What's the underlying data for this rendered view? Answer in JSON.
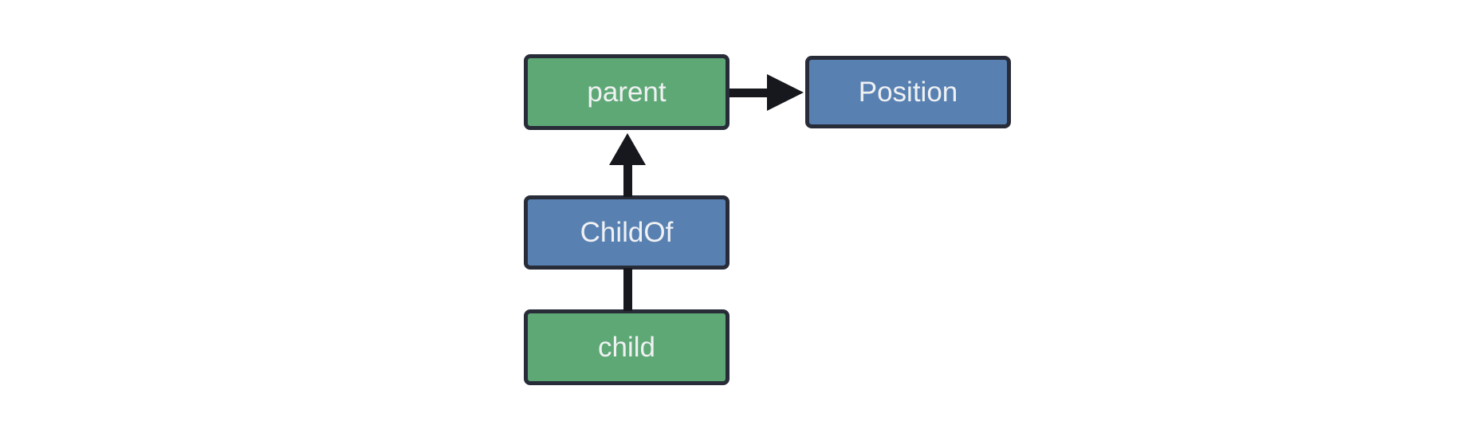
{
  "diagram": {
    "nodes": [
      {
        "id": "parent",
        "label": "parent",
        "fill": "#5ea876"
      },
      {
        "id": "position",
        "label": "Position",
        "fill": "#5881b2"
      },
      {
        "id": "childof",
        "label": "ChildOf",
        "fill": "#5881b2"
      },
      {
        "id": "child",
        "label": "child",
        "fill": "#5ea876"
      }
    ],
    "edges": [
      {
        "from": "parent",
        "to": "Position",
        "style": "solid",
        "arrowhead": "right"
      },
      {
        "from": "ChildOf",
        "to": "parent",
        "style": "solid",
        "arrowhead": "up"
      },
      {
        "from": "child",
        "to": "ChildOf",
        "style": "solid",
        "arrowhead": "none"
      }
    ],
    "colors": {
      "background": "#ffffff",
      "node_border": "#282c38",
      "edge": "#17181d",
      "text": "#f0f1f3",
      "green_fill": "#5ea876",
      "blue_fill": "#5881b2"
    }
  }
}
